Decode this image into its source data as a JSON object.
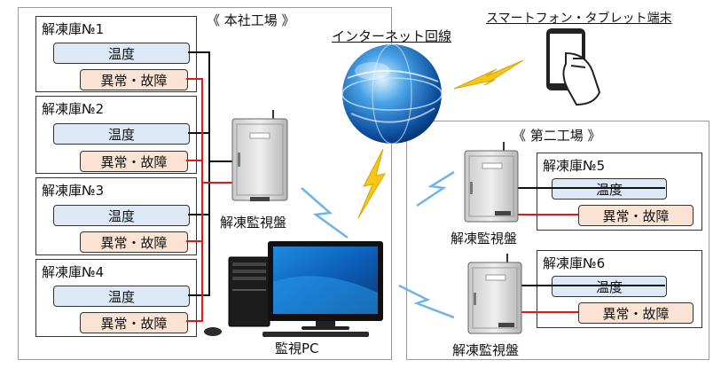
{
  "sites": {
    "main": "《 本社工場 》",
    "second": "《 第二工場 》"
  },
  "units": [
    {
      "name": "解凍庫№1",
      "temp": "温度",
      "alarm": "異常・故障"
    },
    {
      "name": "解凍庫№2",
      "temp": "温度",
      "alarm": "異常・故障"
    },
    {
      "name": "解凍庫№3",
      "temp": "温度",
      "alarm": "異常・故障"
    },
    {
      "name": "解凍庫№4",
      "temp": "温度",
      "alarm": "異常・故障"
    },
    {
      "name": "解凍庫№5",
      "temp": "温度",
      "alarm": "異常・故障"
    },
    {
      "name": "解凍庫№6",
      "temp": "温度",
      "alarm": "異常・故障"
    }
  ],
  "labels": {
    "panel_main": "解凍監視盤",
    "panel_second_a": "解凍監視盤",
    "panel_second_b": "解凍監視盤",
    "pc": "監視PC",
    "internet": "インターネット回線",
    "smartphone": "スマートフォン・タブレット端末"
  },
  "colors": {
    "temp_line": "#111111",
    "alarm_line": "#e01818",
    "lightning": "#f5c518",
    "wireless": "#6fb4e8",
    "temp_fill": "#dde9f7",
    "alarm_fill": "#fbe3d4"
  }
}
